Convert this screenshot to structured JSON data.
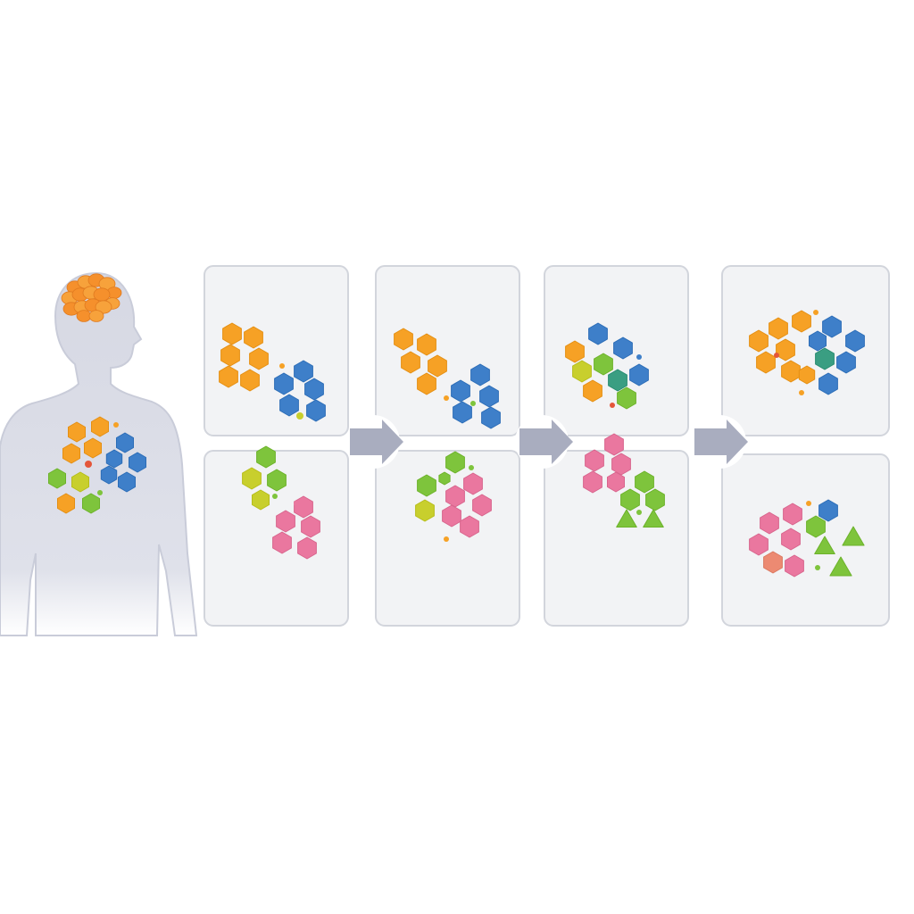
{
  "colors": {
    "background": "#ffffff",
    "panel_fill": "#f2f3f5",
    "panel_border": "#d2d5dc",
    "figure_fill": "#d5d7e2",
    "arrow": "#a9adbf",
    "brain": "#f5902c",
    "orange": "#f6a125",
    "blue": "#3e7fc9",
    "green": "#7ec43c",
    "pink": "#ea779f",
    "teal": "#3a9e82",
    "lime": "#c8cf2d",
    "salmon": "#ec8a72",
    "red_dot": "#e4563a"
  },
  "diagram": {
    "figure": {
      "name": "human-silhouette",
      "organs": [
        "brain",
        "torso-cluster"
      ]
    },
    "panels": [
      {
        "name": "panel-1-top",
        "clusters": [
          "orange",
          "blue"
        ]
      },
      {
        "name": "panel-1-bottom",
        "clusters": [
          "green",
          "pink"
        ]
      },
      {
        "name": "panel-2-top",
        "clusters": [
          "orange",
          "blue"
        ]
      },
      {
        "name": "panel-2-bottom",
        "clusters": [
          "green",
          "pink"
        ]
      },
      {
        "name": "panel-3-top",
        "clusters": [
          "blue",
          "orange",
          "green",
          "teal"
        ]
      },
      {
        "name": "panel-3-bottom",
        "clusters": [
          "pink",
          "green"
        ]
      },
      {
        "name": "panel-4-top",
        "clusters": [
          "orange",
          "blue",
          "teal"
        ]
      },
      {
        "name": "panel-4-bottom",
        "clusters": [
          "pink",
          "green",
          "blue",
          "salmon"
        ]
      }
    ],
    "arrows": 3
  }
}
